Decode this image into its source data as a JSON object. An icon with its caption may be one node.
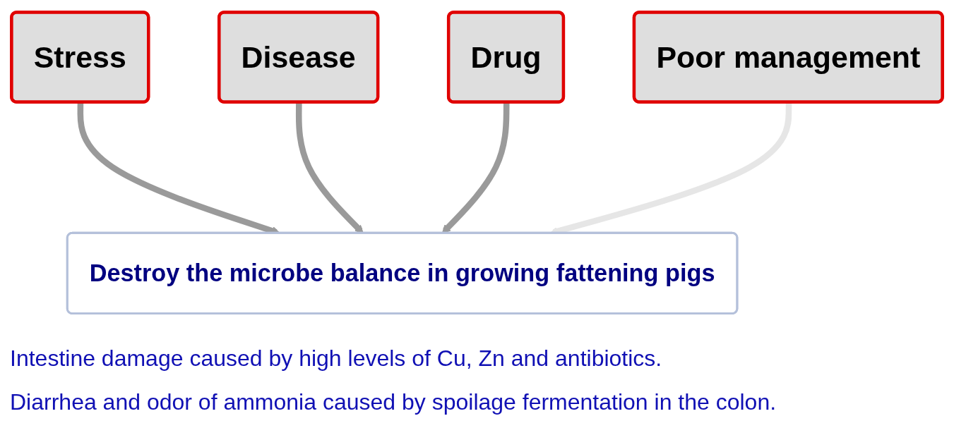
{
  "diagram": {
    "nodes": [
      {
        "text": [
          "Stress"
        ]
      },
      {
        "text": [
          "Disease"
        ]
      },
      {
        "text": [
          "Drug"
        ]
      },
      {
        "text": [
          "Poor management"
        ]
      },
      {
        "text": [
          "Destroy the microbe balance in growing fattening pigs"
        ]
      }
    ],
    "edges": [
      {
        "from": 0,
        "to": 4,
        "arrow": "to"
      },
      {
        "from": 1,
        "to": 4,
        "arrow": "to"
      },
      {
        "from": 2,
        "to": 4,
        "arrow": "to"
      },
      {
        "from": 3,
        "to": 4,
        "arrow": "to",
        "color": "#e6e6e6"
      }
    ],
    "labels": [
      "Intestine damage caused by high levels of Cu, Zn and antibiotics.",
      "Diarrhea and odor of ammonia caused by spoilage fermentation in the colon."
    ]
  }
}
